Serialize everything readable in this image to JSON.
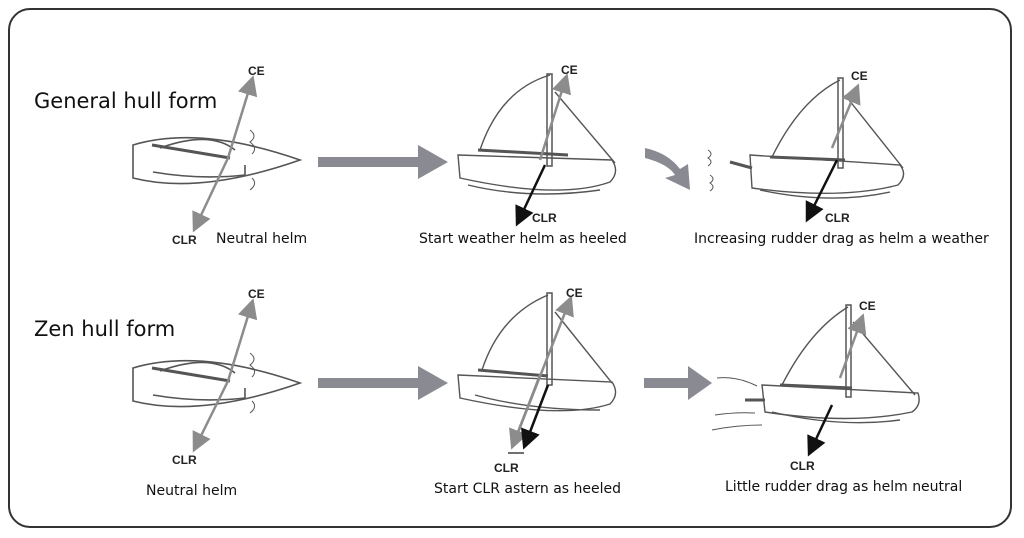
{
  "rows": [
    {
      "title": "General hull form",
      "panels": [
        {
          "ce": "CE",
          "clr": "CLR",
          "caption": "Neutral helm"
        },
        {
          "ce": "CE",
          "clr": "CLR",
          "caption": "Start weather helm as heeled"
        },
        {
          "ce": "CE",
          "clr": "CLR",
          "caption": "Increasing rudder drag as helm a weather"
        }
      ]
    },
    {
      "title": "Zen hull form",
      "panels": [
        {
          "ce": "CE",
          "clr": "CLR",
          "caption": "Neutral helm"
        },
        {
          "ce": "CE",
          "clr": "CLR",
          "caption": "Start CLR astern as heeled"
        },
        {
          "ce": "CE",
          "clr": "CLR",
          "caption": "Little rudder drag as helm neutral"
        }
      ]
    }
  ],
  "colors": {
    "arrow": "#8a8a92",
    "force_grey": "#8c8c8c",
    "force_black": "#111111",
    "sketch": "#555555",
    "border": "#333333"
  }
}
